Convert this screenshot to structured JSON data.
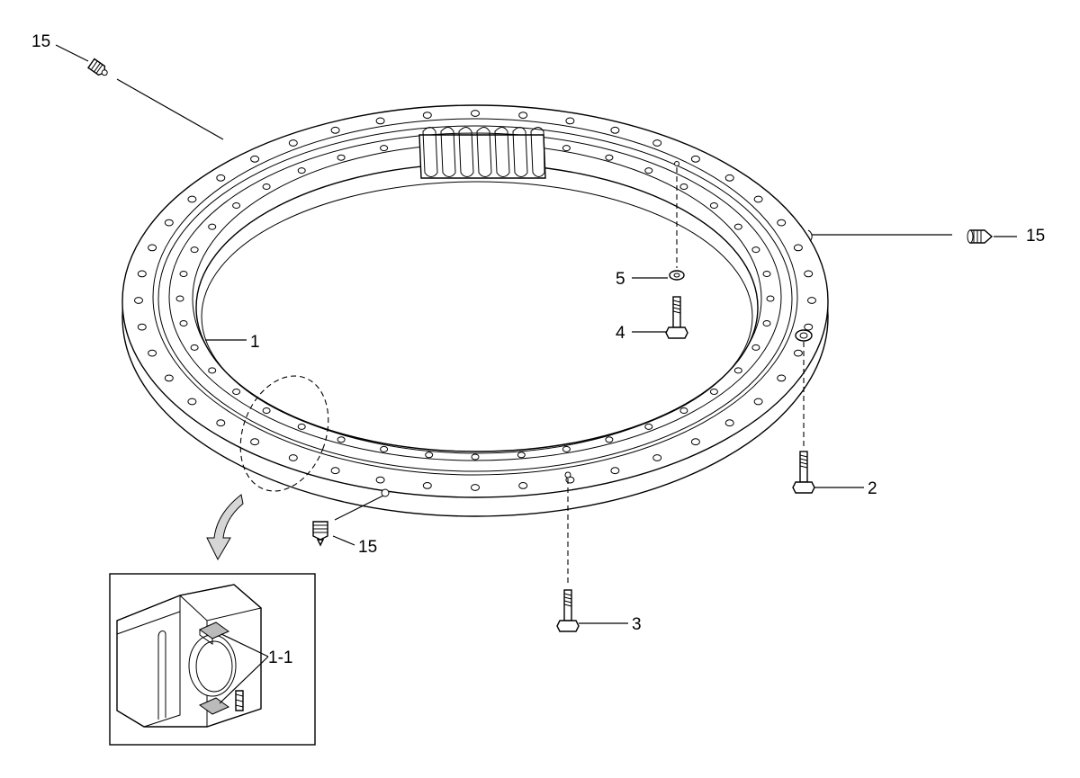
{
  "callouts": {
    "c15_top_left": "15",
    "c15_right": "15",
    "c15_bottom": "15",
    "c1": "1",
    "c2": "2",
    "c3": "3",
    "c4": "4",
    "c5": "5",
    "c1_1": "1-1"
  },
  "icons": {
    "grease_nipple": "grease-nipple-icon",
    "bolt": "bolt-icon",
    "washer": "washer-icon",
    "arrow": "down-arrow-icon"
  }
}
